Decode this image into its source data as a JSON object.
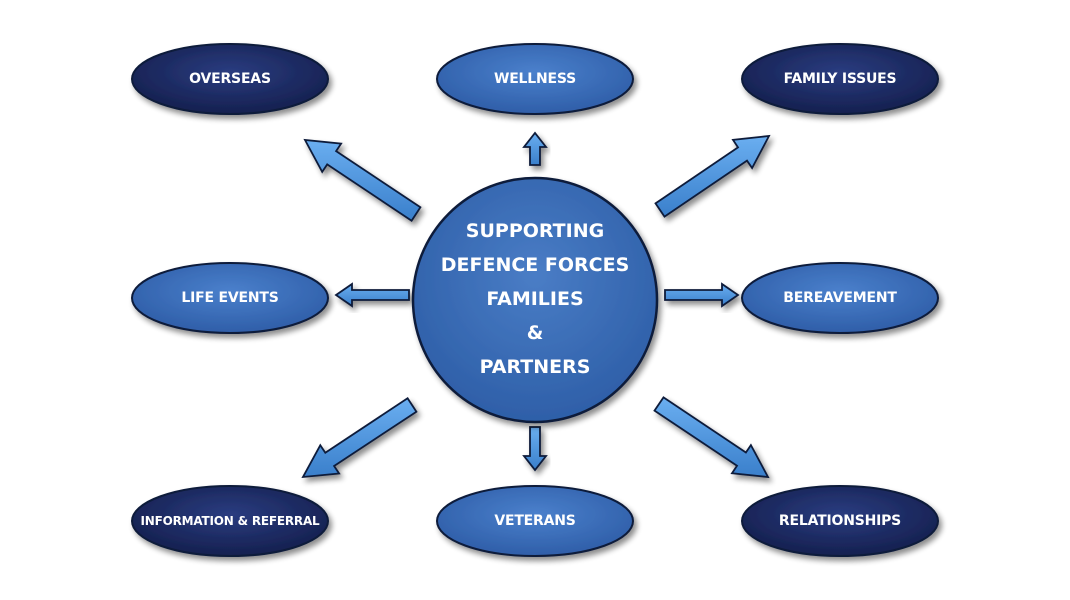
{
  "center": {
    "lines": [
      "SUPPORTING",
      "DEFENCE FORCES",
      "FAMILIES",
      "&",
      "PARTNERS"
    ]
  },
  "nodes": {
    "overseas": {
      "label": "OVERSEAS"
    },
    "wellness": {
      "label": "WELLNESS"
    },
    "family_issues": {
      "label": "FAMILY ISSUES"
    },
    "life_events": {
      "label": "LIFE EVENTS"
    },
    "bereavement": {
      "label": "BEREAVEMENT"
    },
    "information_referral": {
      "label": "INFORMATION & REFERRAL"
    },
    "veterans": {
      "label": "VETERANS"
    },
    "relationships": {
      "label": "RELATIONSHIPS"
    }
  },
  "colors": {
    "dark_navy": "#1c2a63",
    "medium_blue": "#3a6db8",
    "arrow_blue": "#4a90d9",
    "outline": "#0e1a3a"
  }
}
